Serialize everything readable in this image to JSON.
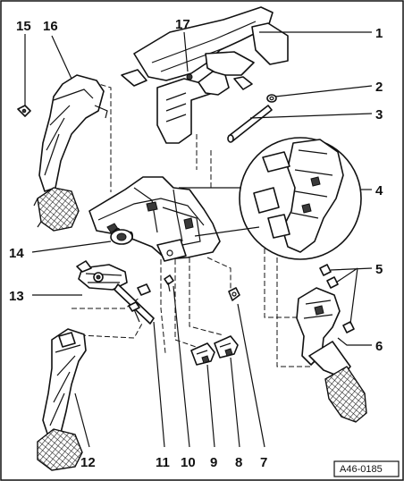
{
  "diagram": {
    "reference": "A46-0185",
    "callouts": [
      "1",
      "2",
      "3",
      "4",
      "5",
      "6",
      "7",
      "8",
      "9",
      "10",
      "11",
      "12",
      "13",
      "14",
      "15",
      "16",
      "17"
    ]
  }
}
